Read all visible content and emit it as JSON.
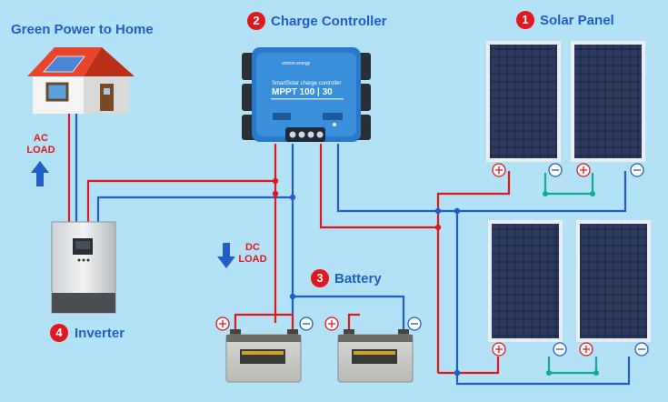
{
  "title": "Green Power to Home",
  "components": {
    "charge_controller": {
      "number": "2",
      "label": "Charge Controller"
    },
    "solar_panel": {
      "number": "1",
      "label": "Solar Panel"
    },
    "battery": {
      "number": "3",
      "label": "Battery"
    },
    "inverter": {
      "number": "4",
      "label": "Inverter"
    }
  },
  "controller_device": {
    "brand": "victron energy",
    "subtitle": "SmartSolar charge controller",
    "model": "MPPT 100 | 30"
  },
  "ac_load": {
    "line1": "AC",
    "line2": "LOAD"
  },
  "dc_load": {
    "line1": "DC",
    "line2": "LOAD"
  },
  "colors": {
    "background": "#b3e1f5",
    "positive_wire": "#e3171e",
    "negative_wire": "#1f5fc7",
    "panel_link": "#13a89e",
    "title_text": "#1f5fc7",
    "badge": "#e3171e"
  },
  "icons": [
    "house-icon",
    "charge-controller-icon",
    "solar-panel-icon",
    "battery-icon",
    "inverter-icon",
    "arrow-up-icon",
    "arrow-down-icon",
    "plus-terminal-icon",
    "minus-terminal-icon"
  ]
}
